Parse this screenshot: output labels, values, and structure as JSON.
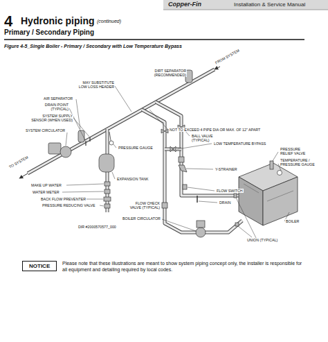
{
  "diagram": {
    "title": "Hydronic piping",
    "caption": "Figure 4-5_Single Boiler - Primary / Secondary with Low Temperature Bypass",
    "nodes": [
      {
        "text": [
          "NOTICE"
        ]
      }
    ],
    "labels": [
      "Copper-Fin",
      "Installation & Service Manual",
      "4",
      "(continued)",
      "Primary / Secondary Piping",
      "DIRT SEPARATOR (RECOMMENDED)",
      "FROM SYSTEM",
      "MAY SUBSTITUTE LOW LOSS HEADER",
      "AIR SEPARATOR",
      "DRAIN POINT (TYPICAL)",
      "SYSTEM SUPPLY SENSOR (WHEN USED)",
      "SYSTEM CIRCULATOR",
      "NOT TO EXCEED 4 PIPE DIA OR MAX. OF 12\" APART",
      "BALL VALVE (TYPICAL)",
      "LOW TEMPERATURE BYPASS",
      "PRESSURE GAUGE",
      "TO SYSTEM",
      "PRESSURE RELIEF VALVE",
      "TEMPERATURE / PRESSURE GAUGE",
      "Y-STRAINER",
      "EXPANSION TANK",
      "MAKE UP WATER",
      "WATER METER",
      "BACK FLOW PREVENTER",
      "PRESSURE REDUCING VALVE",
      "FLOW SWITCH",
      "DRAIN",
      "FLOW CHECK VALVE (TYPICAL)",
      "BOILER CIRCULATOR",
      "DIR #2000570577_000",
      "BOILER",
      "UNION (TYPICAL)",
      "Please note that these illustrations are meant to show system piping concept only, the installer is responsible for all equipment and detailing required by local codes."
    ]
  }
}
